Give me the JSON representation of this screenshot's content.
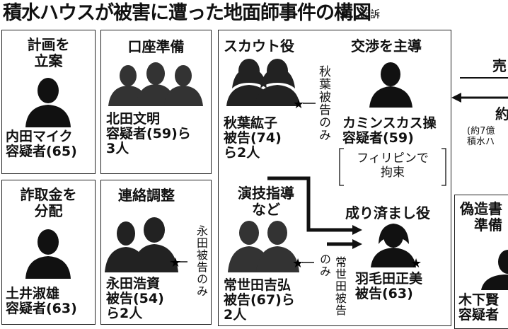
{
  "title": "積水ハウスが被害に遭った地面師事件の構図",
  "legend": {
    "star": "★",
    "text": "…起訴"
  },
  "boxes": {
    "plan": {
      "role_l1": "計画を",
      "role_l2": "立案",
      "name_l1": "内田マイク",
      "name_l2": "容疑者(65)"
    },
    "account": {
      "role": "口座準備",
      "name_l1": "北田文明",
      "name_l2": "容疑者(59)ら",
      "name_l3": "3人"
    },
    "distribute": {
      "role_l1": "詐取金を",
      "role_l2": "分配",
      "name_l1": "土井淑雄",
      "name_l2": "容疑者(63)"
    },
    "liaison": {
      "role": "連絡調整",
      "name_l1": "永田浩資",
      "name_l2": "被告(54)",
      "name_l3": "ら2人",
      "note": "永田被告のみ"
    },
    "scout": {
      "role": "スカウト役",
      "name_l1": "秋葉紘子",
      "name_l2": "被告(74)",
      "name_l3": "ら2人",
      "note": "秋葉被告のみ"
    },
    "negotiate": {
      "role": "交渉を主導",
      "name_l1": "カミンスカス操",
      "name_l2": "容疑者(59)",
      "bracket_l1": "フィリピンで",
      "bracket_l2": "拘束"
    },
    "acting": {
      "role_l1": "演技指導",
      "role_l2": "など",
      "name_l1": "常世田吉弘",
      "name_l2": "被告(67)ら",
      "name_l3": "2人",
      "note_l1": "のみ",
      "note_l2": "常世田被告"
    },
    "impersonate": {
      "role": "成り済まし役",
      "name_l1": "羽毛田正美",
      "name_l2": "被告(63)"
    },
    "forgery": {
      "role_l1": "偽造書",
      "role_l2": "準備",
      "name_l1": "木下賢",
      "name_l2": "容疑者"
    },
    "right": {
      "top_label": "売",
      "mid_label": "約",
      "note_l1": "(約7億",
      "note_l2": "積水ハ"
    }
  }
}
